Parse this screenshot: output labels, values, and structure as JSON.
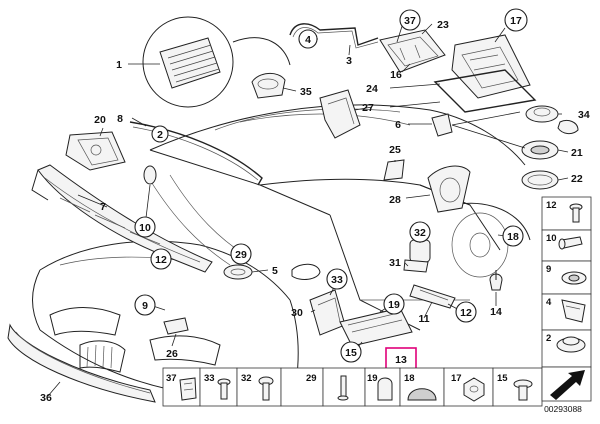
{
  "diagram": {
    "code": "00293088",
    "callouts": {
      "c1": "1",
      "c2": "2",
      "c3": "3",
      "c4": "4",
      "c5": "5",
      "c6": "6",
      "c7": "7",
      "c8": "8",
      "c9": "9",
      "c10": "10",
      "c11": "11",
      "c12": "12",
      "c13": "13",
      "c14": "14",
      "c15": "15",
      "c16": "16",
      "c17": "17",
      "c18": "18",
      "c19": "19",
      "c20": "20",
      "c21": "21",
      "c22": "22",
      "c23": "23",
      "c24": "24",
      "c25": "25",
      "c26": "26",
      "c27": "27",
      "c28": "28",
      "c29": "29",
      "c30": "30",
      "c31": "31",
      "c32": "32",
      "c33": "33",
      "c34": "34",
      "c35": "35",
      "c36": "36",
      "c37": "37"
    },
    "side_table": [
      "12",
      "10",
      "9",
      "4",
      "2"
    ],
    "bottom_table": [
      "37",
      "33",
      "32",
      "29",
      "19",
      "18",
      "17",
      "15"
    ],
    "highlight_color": "#e0007a"
  }
}
